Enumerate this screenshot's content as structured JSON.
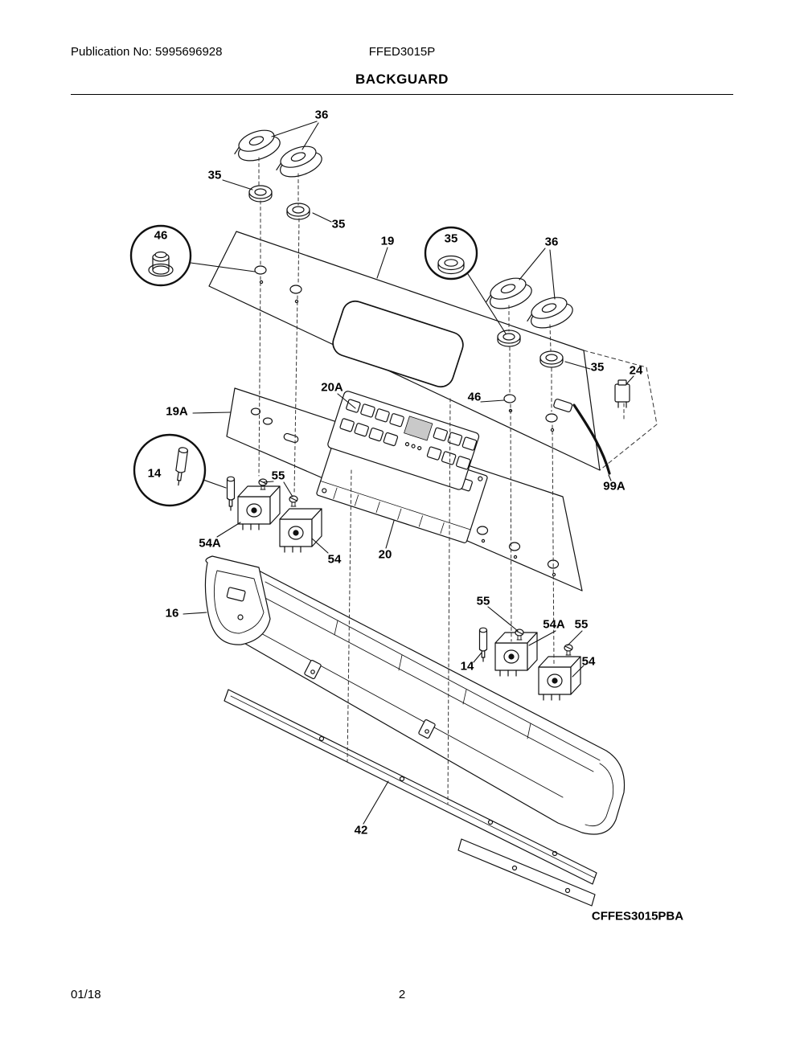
{
  "page": {
    "publication": "Publication No: 5995696928",
    "model": "FFED3015P",
    "title": "BACKGUARD",
    "variant": "CFFES3015PBA",
    "footer_date": "01/18",
    "footer_page": "2"
  },
  "callouts": [
    {
      "id": "knobs-top",
      "label": "36"
    },
    {
      "id": "nut-top-left",
      "label": "35"
    },
    {
      "id": "nut-top-right",
      "label": "35"
    },
    {
      "id": "backguard-panel",
      "label": "19"
    },
    {
      "id": "button-detail",
      "label": "46"
    },
    {
      "id": "nut-detail",
      "label": "35"
    },
    {
      "id": "knobs-right",
      "label": "36"
    },
    {
      "id": "nut-right",
      "label": "35"
    },
    {
      "id": "switch-small",
      "label": "24"
    },
    {
      "id": "overlay",
      "label": "20A"
    },
    {
      "id": "panel-insert",
      "label": "19A"
    },
    {
      "id": "button-right",
      "label": "46"
    },
    {
      "id": "wire",
      "label": "99A"
    },
    {
      "id": "probe-detail",
      "label": "14"
    },
    {
      "id": "screws-left",
      "label": "55"
    },
    {
      "id": "switch-left-front",
      "label": "54A"
    },
    {
      "id": "switch-left-rear",
      "label": "54"
    },
    {
      "id": "control-board",
      "label": "20"
    },
    {
      "id": "body",
      "label": "16"
    },
    {
      "id": "screw-right-1",
      "label": "55"
    },
    {
      "id": "switch-right-front",
      "label": "54A"
    },
    {
      "id": "screw-right-2",
      "label": "55"
    },
    {
      "id": "probe-right",
      "label": "14"
    },
    {
      "id": "switch-right-rear",
      "label": "54"
    },
    {
      "id": "lower-trim",
      "label": "42"
    }
  ]
}
